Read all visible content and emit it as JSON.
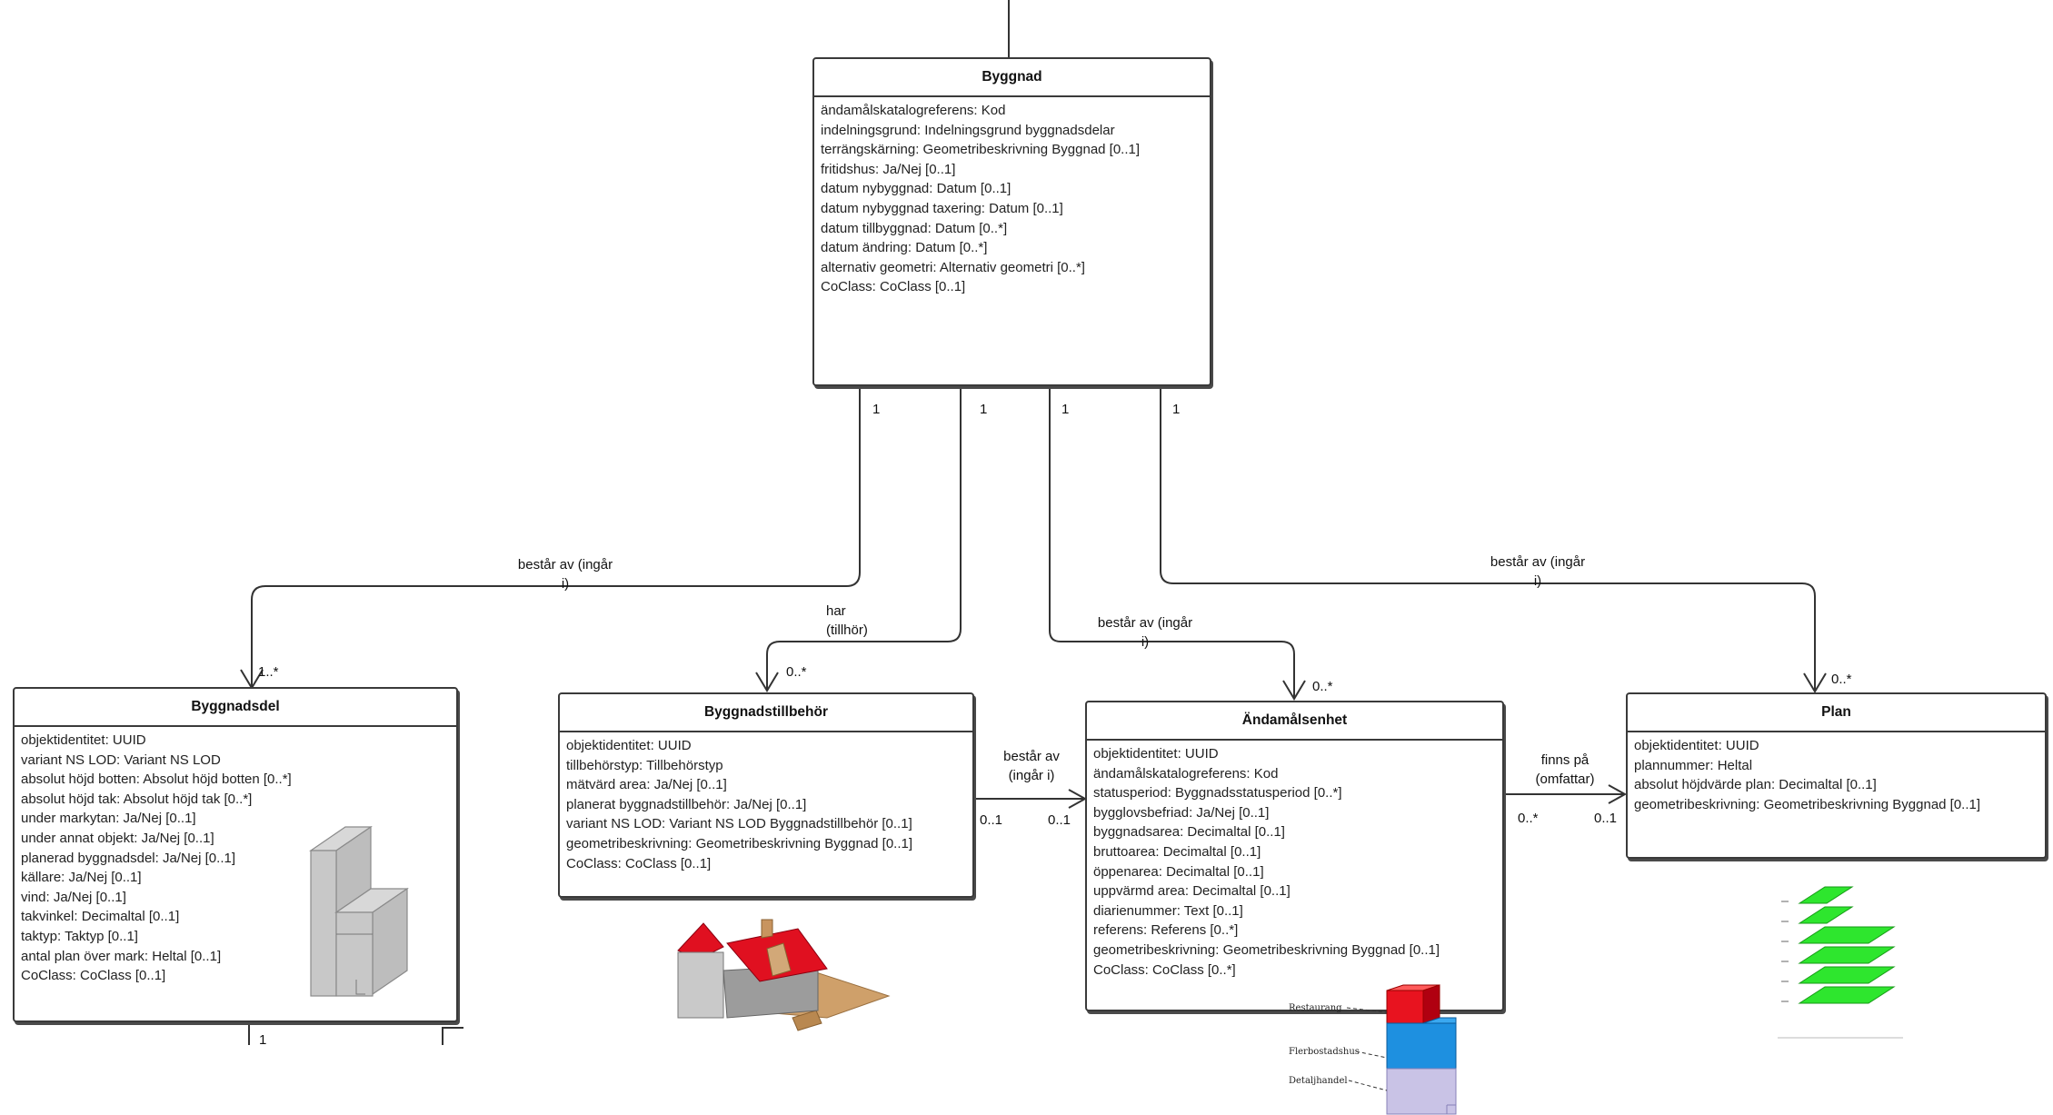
{
  "classes": {
    "byggnad": {
      "title": "Byggnad",
      "attributes": [
        "ändamålskatalogreferens: Kod",
        "indelningsgrund: Indelningsgrund byggnadsdelar",
        "terrängskärning: Geometribeskrivning Byggnad [0..1]",
        "fritidshus: Ja/Nej [0..1]",
        "datum nybyggnad: Datum [0..1]",
        "datum nybyggnad taxering: Datum [0..1]",
        "datum tillbyggnad: Datum [0..*]",
        "datum ändring: Datum [0..*]",
        "alternativ geometri: Alternativ geometri [0..*]",
        "CoClass: CoClass [0..1]"
      ]
    },
    "byggnadsdel": {
      "title": "Byggnadsdel",
      "attributes": [
        "objektidentitet: UUID",
        "variant NS LOD: Variant NS LOD",
        "absolut höjd botten: Absolut höjd botten [0..*]",
        "absolut höjd tak: Absolut höjd tak [0..*]",
        "under markytan: Ja/Nej [0..1]",
        "under annat objekt: Ja/Nej [0..1]",
        "planerad byggnadsdel: Ja/Nej [0..1]",
        "källare: Ja/Nej [0..1]",
        "vind: Ja/Nej [0..1]",
        "takvinkel: Decimaltal [0..1]",
        "taktyp: Taktyp [0..1]",
        "antal plan över mark: Heltal [0..1]",
        "CoClass: CoClass [0..1]"
      ]
    },
    "byggnadstillbehor": {
      "title": "Byggnadstillbehör",
      "attributes": [
        "objektidentitet: UUID",
        "tillbehörstyp: Tillbehörstyp",
        "mätvärd area: Ja/Nej [0..1]",
        "planerat byggnadstillbehör: Ja/Nej [0..1]",
        "variant NS LOD: Variant NS LOD Byggnadstillbehör [0..1]",
        "geometribeskrivning: Geometribeskrivning Byggnad [0..1]",
        "CoClass: CoClass [0..1]"
      ]
    },
    "andamalsenhet": {
      "title": "Ändamålsenhet",
      "attributes": [
        "objektidentitet: UUID",
        "ändamålskatalogreferens: Kod",
        "statusperiod: Byggnadsstatusperiod [0..*]",
        "bygglovsbefriad: Ja/Nej [0..1]",
        "byggnadsarea: Decimaltal [0..1]",
        "bruttoarea: Decimaltal [0..1]",
        "öppenarea: Decimaltal [0..1]",
        "uppvärmd area: Decimaltal [0..1]",
        "diarienummer: Text [0..1]",
        "referens: Referens [0..*]",
        "geometribeskrivning: Geometribeskrivning Byggnad [0..1]",
        "CoClass: CoClass [0..*]"
      ]
    },
    "plan": {
      "title": "Plan",
      "attributes": [
        "objektidentitet: UUID",
        "plannummer: Heltal",
        "absolut höjdvärde plan: Decimaltal [0..1]",
        "geometribeskrivning: Geometribeskrivning Byggnad [0..1]"
      ]
    }
  },
  "associations": {
    "byggnadsdel": {
      "label_line1": "består av (ingår",
      "label_line2": "i)",
      "source_mult": "1",
      "target_mult": "1..*"
    },
    "tillbehor": {
      "label_line1": "har",
      "label_line2": "(tillhör)",
      "source_mult": "1",
      "target_mult": "0..*"
    },
    "andamal": {
      "label_line1": "består av (ingår",
      "label_line2": "i)",
      "source_mult": "1",
      "target_mult": "0..*"
    },
    "plan": {
      "label_line1": "består av (ingår",
      "label_line2": "i)",
      "source_mult": "1",
      "target_mult": "0..*"
    },
    "tillbehor_andamal": {
      "label_line1": "består av",
      "label_line2": "(ingår i)",
      "source_mult": "0..1",
      "target_mult": "0..1"
    },
    "andamal_plan": {
      "label_line1": "finns på",
      "label_line2": "(omfattar)",
      "source_mult": "0..*",
      "target_mult": "0..1"
    },
    "byggnadsdel_down": {
      "mult": "1"
    }
  },
  "illustration_labels": {
    "restaurang": "Restaurang",
    "flerbostadshus": "Flerbostadshus",
    "detaljhandel": "Detaljhandel"
  },
  "illustration_colors": {
    "restaurang": "#e8131f",
    "flerbostadshus": "#1e90e0",
    "detaljhandel": "#c9c3e6",
    "floor_plan": "#2ee62e",
    "roof": "#e01020"
  }
}
